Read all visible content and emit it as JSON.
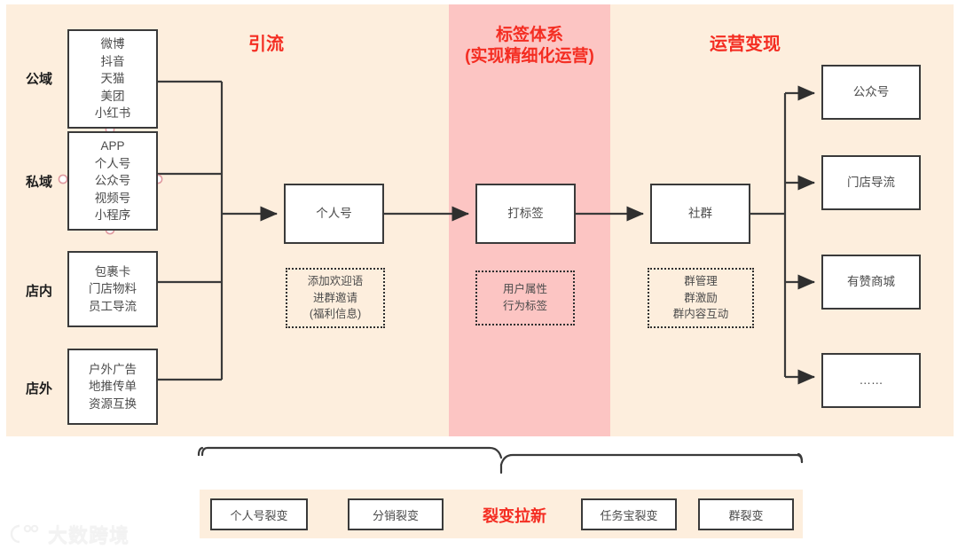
{
  "headers": {
    "traffic": "引流",
    "label_system_line1": "标签体系",
    "label_system_line2": "(实现精细化运营)",
    "monetization": "运营变现"
  },
  "categories": [
    {
      "name": "公域",
      "items": [
        "微博",
        "抖音",
        "天猫",
        "美团",
        "小红书"
      ]
    },
    {
      "name": "私域",
      "items": [
        "APP",
        "个人号",
        "公众号",
        "视频号",
        "小程序"
      ]
    },
    {
      "name": "店内",
      "items": [
        "包裹卡",
        "门店物料",
        "员工导流"
      ]
    },
    {
      "name": "店外",
      "items": [
        "户外广告",
        "地推传单",
        "资源互换"
      ]
    }
  ],
  "nodes": [
    {
      "title": "个人号",
      "details": [
        "添加欢迎语",
        "进群邀请",
        "(福利信息)"
      ]
    },
    {
      "title": "打标签",
      "details": [
        "用户属性",
        "行为标签"
      ]
    },
    {
      "title": "社群",
      "details": [
        "群管理",
        "群激励",
        "群内容互动"
      ]
    }
  ],
  "outputs": [
    "公众号",
    "门店导流",
    "有赞商城",
    "……"
  ],
  "bottom": {
    "brace_label": "裂变拉新",
    "left_items": [
      "个人号裂变",
      "分销裂变"
    ],
    "right_items": [
      "任务宝裂变",
      "群裂变"
    ]
  },
  "watermark": {
    "text": "大数跨境"
  },
  "colors": {
    "panel_bg": "#fdeedd",
    "highlight_bg": "#fcc5c3",
    "accent": "#f42d22",
    "line": "#3a3a3a",
    "box_bg": "#ffffff"
  }
}
